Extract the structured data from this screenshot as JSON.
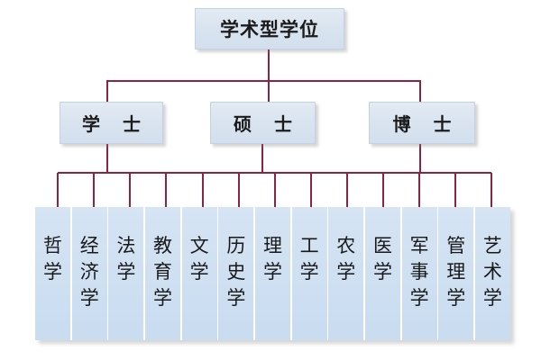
{
  "diagram": {
    "title": "学术型学位",
    "type": "hierarchy-tree",
    "colors": {
      "box_fill": "#dae4f0",
      "box_border": "#c3d2e4",
      "cell_fill": "#cfe0f2",
      "connector": "#8d2343",
      "background": "#ffffff",
      "text": "#1b1b1b"
    },
    "root": {
      "label": "学术型学位"
    },
    "degrees": [
      {
        "label": "学 士"
      },
      {
        "label": "硕 士"
      },
      {
        "label": "博 士"
      }
    ],
    "disciplines": [
      {
        "label": "哲学",
        "chars": [
          "哲",
          "学"
        ]
      },
      {
        "label": "经济学",
        "chars": [
          "经",
          "济",
          "学"
        ]
      },
      {
        "label": "法学",
        "chars": [
          "法",
          "学"
        ]
      },
      {
        "label": "教育学",
        "chars": [
          "教",
          "育",
          "学"
        ]
      },
      {
        "label": "文学",
        "chars": [
          "文",
          "学"
        ]
      },
      {
        "label": "历史学",
        "chars": [
          "历",
          "史",
          "学"
        ]
      },
      {
        "label": "理学",
        "chars": [
          "理",
          "学"
        ]
      },
      {
        "label": "工学",
        "chars": [
          "工",
          "学"
        ]
      },
      {
        "label": "农学",
        "chars": [
          "农",
          "学"
        ]
      },
      {
        "label": "医学",
        "chars": [
          "医",
          "学"
        ]
      },
      {
        "label": "军事学",
        "chars": [
          "军",
          "事",
          "学"
        ]
      },
      {
        "label": "管理学",
        "chars": [
          "管",
          "理",
          "学"
        ]
      },
      {
        "label": "艺术学",
        "chars": [
          "艺",
          "术",
          "学"
        ]
      }
    ]
  }
}
